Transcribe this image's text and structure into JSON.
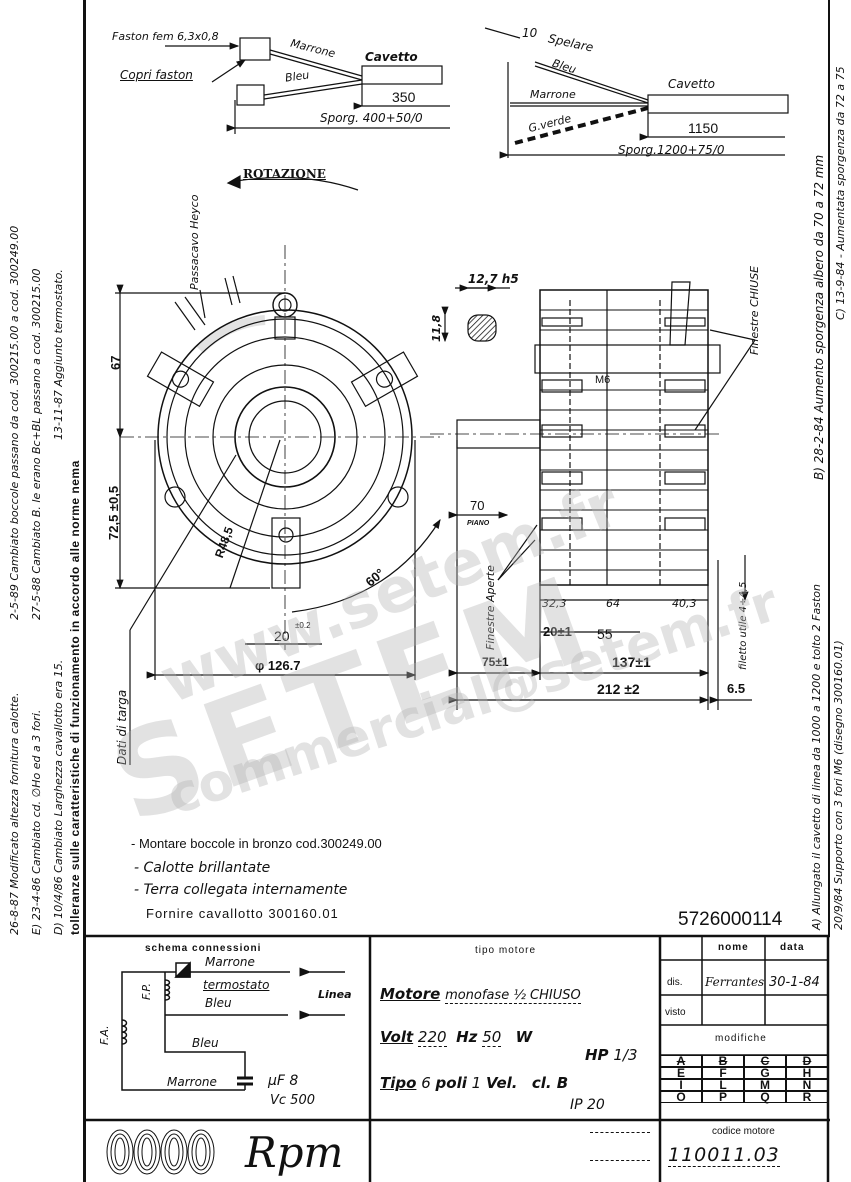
{
  "drawing_number": "5726000114",
  "wiring_left": {
    "faston": "Faston fem 6,3x0,8",
    "copri_faston": "Copri faston",
    "wire1": "Marrone",
    "wire2": "Bleu",
    "cable": "Cavetto",
    "dim_cable": "350",
    "dim_sporg": "Sporg. 400+50/0"
  },
  "wiring_right": {
    "strip_len": "10",
    "strip_label": "Spelare",
    "wire1": "Bleu",
    "wire2": "Marrone",
    "wire3": "G.verde",
    "cable": "Cavetto",
    "dim_cable": "1150",
    "dim_sporg": "Sporg.1200+75/0"
  },
  "front_view": {
    "rotation_label": "ROTAZIONE",
    "passacavo": "Passacavo Heyco",
    "dim_67": "67",
    "dim_725": "72,5 ±0,5",
    "radius": "R48,5",
    "angle": "60°",
    "tab_width": "20",
    "tab_tol": "±0.2",
    "diameter": "φ 126.7",
    "dati_targa": "Dati di targa"
  },
  "side_view": {
    "shaft_dia": "12,7 h5",
    "shaft_flat": "11,8",
    "finestre_chiuse": "Finestre CHIUSE",
    "finestre_aperte": "Finestre Aperte",
    "thread": "M6",
    "dim_70": "70",
    "piano": "PIANO",
    "dim_323": "32,3",
    "dim_64": "64",
    "dim_403": "40,3",
    "dim_20": "20±1",
    "dim_55": "55",
    "dim_75": "75±1",
    "dim_137": "137±1",
    "dim_212": "212 ±2",
    "dim_65": "6.5",
    "filetto": "filetto utile 4÷4,5"
  },
  "notes": [
    "- Montare boccole in bronzo cod.300249.00",
    "- Calotte brillantate",
    "- Terra collegata internamente",
    "Fornire cavallotto 300160.01"
  ],
  "revisions_left": [
    "2-5-89 Cambiato boccole passano da cod. 300215.00 a cod. 300249.00",
    "27-5-88 Cambiato B. le erano Bc+BL passano a cod. 300215.00",
    "13-11-87 Aggiunto termostato.",
    "26-8-87 Modificato altezza fornitura calotte.",
    "E) 23-4-86 Cambiato cd. ∅Ho ed a 3 fori.",
    "D) 10/4/86 Cambiato Larghezza cavallotto era 15."
  ],
  "tolerance_note": "tolleranze sulle caratteristiche di funzionamento in accordo alle norme nema",
  "revisions_right": [
    "C) 13-9-84 - Aumentata sporgenza da 72 a 75",
    "B) 28-2-84 Aumento sporgenza albero da 70 a 72 mm",
    "20/9/84 Supporto con 3 fori M6 (disegno 300160.01)",
    "A) Allungato il cavetto di linea da 1000 a 1200 e tolto 2 Faston"
  ],
  "title_block": {
    "schema_title": "schema connessioni",
    "schema": {
      "marrone": "Marrone",
      "termostato": "termostato",
      "bleu": "Bleu",
      "linea": "Linea",
      "fp": "F.P.",
      "fa": "F.A.",
      "bleu2": "Bleu",
      "marrone2": "Marrone",
      "cap": "μF 8",
      "vc": "Vc 500"
    },
    "tipo_title": "tipo motore",
    "tipo": {
      "motore_label": "Motore",
      "motore_val": "monofase ½ CHIUSO",
      "volt_label": "Volt",
      "volt_val": "220",
      "hz_label": "Hz",
      "hz_val": "50",
      "w_label": "W",
      "hp_label": "HP",
      "hp_val": "1/3",
      "tipo_label": "Tipo",
      "poles": "6",
      "poli_label": "poli",
      "speeds": "1",
      "vel_label": "Vel.",
      "class": "cl. B",
      "ip": "IP 20"
    },
    "nome_header": "nome",
    "data_header": "data",
    "dis_label": "dis.",
    "dis_name": "Ferrantes",
    "dis_date": "30-1-84",
    "visto_label": "visto",
    "modifiche_title": "modifiche",
    "modifiche_letters": [
      "A",
      "B",
      "C",
      "D",
      "E",
      "F",
      "G",
      "H",
      "I",
      "L",
      "M",
      "N",
      "O",
      "P",
      "Q",
      "R"
    ],
    "logo_text": "Rpm",
    "codice_title": "codice motore",
    "codice_value": "110011.03"
  },
  "watermark": {
    "line1": "www.setem.fr",
    "line2": "SETEM",
    "line3": "commercial@setem.fr"
  }
}
